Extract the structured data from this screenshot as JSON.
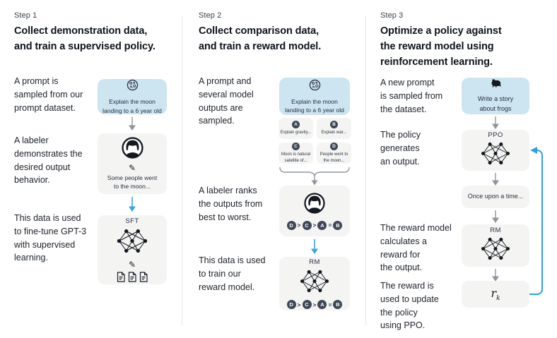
{
  "colors": {
    "blue_card": "#cde4f1",
    "gray_card": "#f4f4f3",
    "accent_blue": "#38a3e8",
    "arrow_gray": "#8f959d",
    "chip_dark": "#3e4757"
  },
  "step1": {
    "label": "Step 1",
    "heading": "Collect demonstration data,\nand train a supervised policy.",
    "caption_prompt": "A prompt is\nsampled from our\nprompt dataset.",
    "caption_labeler": "A labeler\ndemonstrates the\ndesired output\nbehavior.",
    "caption_finetune": "This data is used\nto fine-tune GPT-3\nwith supervised\nlearning.",
    "prompt_card": {
      "icon": "moon-icon",
      "text": "Explain the moon\nlanding to a 6 year old"
    },
    "labeler_card": {
      "icon": "labeler-avatar",
      "pencil": "✎",
      "text": "Some people went\nto the moon..."
    },
    "sft_card": {
      "title": "SFT",
      "icon": "network-icon",
      "pencil": "✎"
    }
  },
  "step2": {
    "label": "Step 2",
    "heading": "Collect comparison data,\nand train a reward model.",
    "caption_sampled": "A prompt and\nseveral model\noutputs are\nsampled.",
    "caption_ranks": "A labeler ranks\nthe outputs from\nbest to worst.",
    "caption_train": "This data is used\nto train our\nreward model.",
    "prompt_card": {
      "icon": "moon-icon",
      "text": "Explain the moon\nlanding to a 6 year old"
    },
    "outputs": [
      {
        "letter": "A",
        "text": "Explain gravity..."
      },
      {
        "letter": "B",
        "text": "Explain war..."
      },
      {
        "letter": "C",
        "text": "Moon is natural\nsatellite of..."
      },
      {
        "letter": "D",
        "text": "People went to\nthe moon..."
      }
    ],
    "ranking": {
      "chips": [
        "D",
        "C",
        "A",
        "B"
      ],
      "seps": [
        ">",
        ">",
        "="
      ]
    },
    "rm_card": {
      "title": "RM",
      "icon": "network-icon"
    }
  },
  "step3": {
    "label": "Step 3",
    "heading": "Optimize a policy against\nthe reward model using\nreinforcement learning.",
    "caption_prompt": "A new prompt\nis sampled from\nthe dataset.",
    "caption_policy": "The policy\ngenerates\nan output.",
    "caption_reward_model": "The reward model\ncalculates a\nreward for\nthe output.",
    "caption_update": "The reward is\nused to update\nthe policy\nusing PPO.",
    "prompt_card": {
      "icon": "frog-icon",
      "text": "Write a story\nabout frogs"
    },
    "ppo_card": {
      "title": "PPO",
      "icon": "network-icon"
    },
    "output_card": {
      "text": "Once upon a time..."
    },
    "rm_card": {
      "title": "RM",
      "icon": "network-icon"
    },
    "reward_card": {
      "base": "r",
      "sub": "k"
    }
  }
}
